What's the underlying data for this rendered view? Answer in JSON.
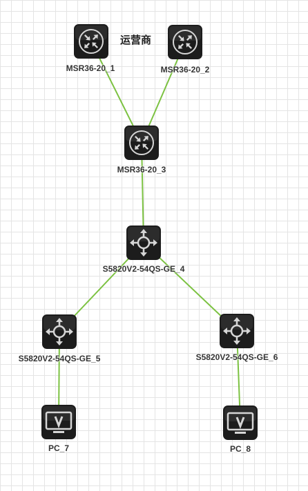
{
  "colors": {
    "link": "#7cc242",
    "device_bg": "#1c1c1c",
    "device_fg": "#d6d6d6"
  },
  "annotation": "运营商",
  "nodes": [
    {
      "id": "r1",
      "type": "router",
      "icon": "router-icon",
      "label": "MSR36-20_1"
    },
    {
      "id": "r2",
      "type": "router",
      "icon": "router-icon",
      "label": "MSR36-20_2"
    },
    {
      "id": "r3",
      "type": "router",
      "icon": "router-icon",
      "label": "MSR36-20_3"
    },
    {
      "id": "s4",
      "type": "switch",
      "icon": "switch-icon",
      "label": "S5820V2-54QS-GE_4"
    },
    {
      "id": "s5",
      "type": "switch",
      "icon": "switch-icon",
      "label": "S5820V2-54QS-GE_5"
    },
    {
      "id": "s6",
      "type": "switch",
      "icon": "switch-icon",
      "label": "S5820V2-54QS-GE_6"
    },
    {
      "id": "pc7",
      "type": "pc",
      "icon": "pc-monitor-icon",
      "label": "PC_7"
    },
    {
      "id": "pc8",
      "type": "pc",
      "icon": "pc-monitor-icon",
      "label": "PC_8"
    }
  ],
  "links": [
    {
      "from": "r1",
      "to": "r3"
    },
    {
      "from": "r2",
      "to": "r3"
    },
    {
      "from": "r3",
      "to": "s4"
    },
    {
      "from": "s4",
      "to": "s5"
    },
    {
      "from": "s4",
      "to": "s6"
    },
    {
      "from": "s5",
      "to": "pc7"
    },
    {
      "from": "s6",
      "to": "pc8"
    }
  ]
}
